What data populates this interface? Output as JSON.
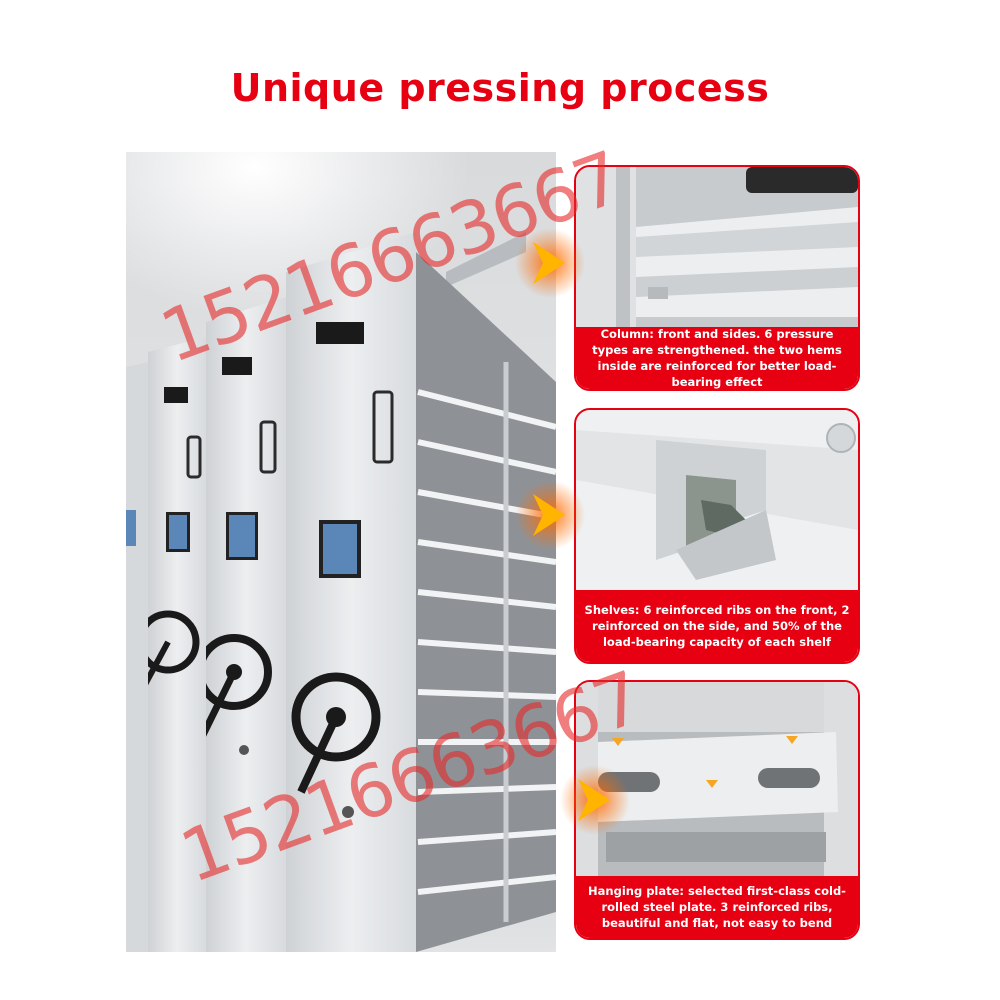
{
  "title": "Unique pressing process",
  "colors": {
    "title": "#e60012",
    "accent": "#e60012",
    "caption_text": "#ffffff",
    "cabinet": "#e4e6e8",
    "watermark": "rgba(230,40,40,0.6)"
  },
  "panels": [
    {
      "icon": "column-closeup-image",
      "caption": "Column: front and sides. 6 pressure types are strengthened. the two hems inside are reinforced for better load-bearing effect"
    },
    {
      "icon": "shelf-rib-closeup-image",
      "caption": "Shelves: 6 reinforced ribs on the front, 2 reinforced on the side, and 50% of the load-bearing capacity of each shelf"
    },
    {
      "icon": "hanging-plate-closeup-image",
      "caption": "Hanging plate: selected first-class cold-rolled steel plate. 3 reinforced ribs, beautiful and flat, not easy to bend"
    }
  ],
  "watermark": "15216663667"
}
